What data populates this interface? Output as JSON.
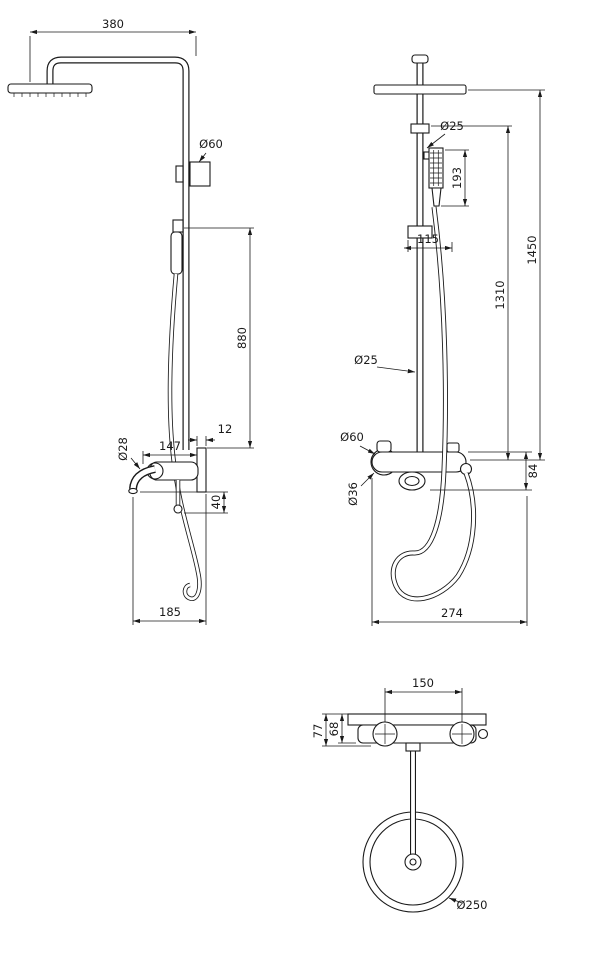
{
  "page": {
    "background": "#ffffff",
    "ink": "#1a1a1a"
  },
  "views": {
    "side": {
      "label": "side-elevation",
      "dims": {
        "arm_reach": "380",
        "diverter_dia": "Ø60",
        "hose_drop": "880",
        "flange_thickness": "12",
        "spout_dia": "Ø28",
        "body_length": "147",
        "spout_drop": "40",
        "wall_clearance": "185"
      }
    },
    "front": {
      "label": "front-elevation",
      "dims": {
        "pipe_dia_upper": "Ø25",
        "handshower_length": "193",
        "bracket_span": "115",
        "riser_length": "1310",
        "total_height": "1450",
        "pipe_dia_lower": "Ø25",
        "escutcheon_dia": "Ø60",
        "valve_body_dia": "Ø36",
        "valve_height": "84",
        "hose_span": "274"
      }
    },
    "plan": {
      "label": "plan-view",
      "dims": {
        "handle_spacing": "150",
        "depth_outer": "77",
        "depth_inner": "68",
        "head_dia": "Ø250"
      }
    }
  }
}
